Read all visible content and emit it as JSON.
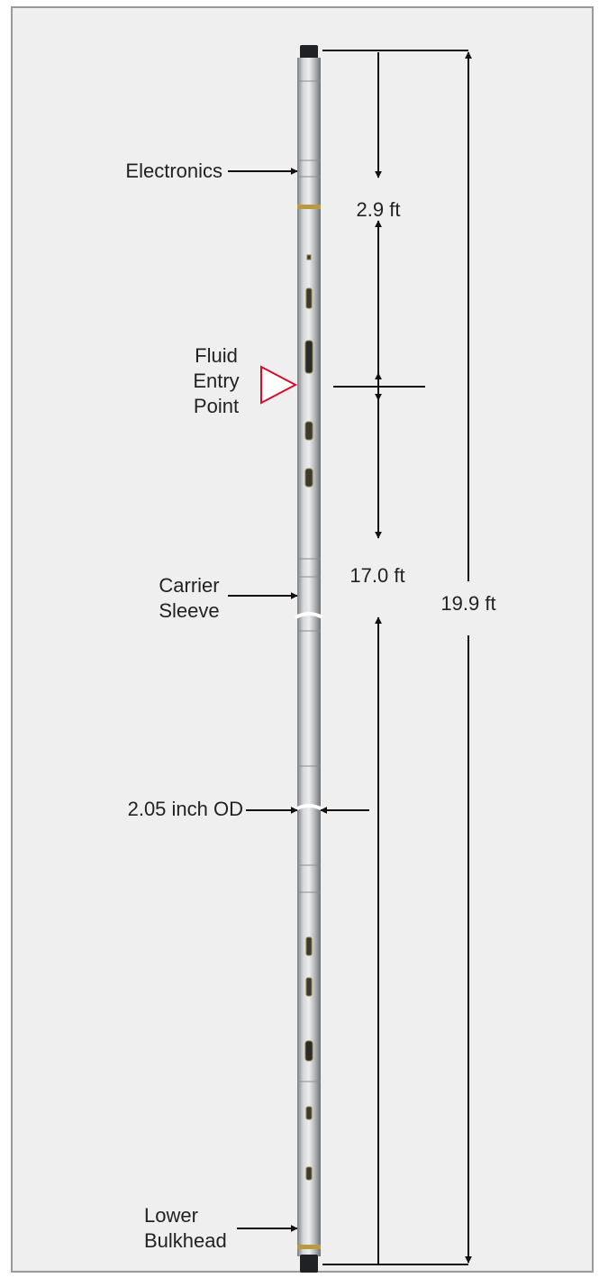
{
  "labels": {
    "electronics": "Electronics",
    "fluid_entry_point": [
      "Fluid",
      "Entry",
      "Point"
    ],
    "carrier_sleeve": [
      "Carrier",
      "Sleeve"
    ],
    "outer_diameter": "2.05 inch OD",
    "lower_bulkhead": [
      "Lower",
      "Bulkhead"
    ]
  },
  "dimensions": {
    "top_to_entry": "2.9 ft",
    "entry_to_bottom": "17.0 ft",
    "total_length": "19.9 ft"
  },
  "colors": {
    "background": "#efefef",
    "frame_border": "#9a9a9a",
    "tool_body": "#b9bbbd",
    "marker": "#d0102a",
    "ink": "#111111"
  }
}
